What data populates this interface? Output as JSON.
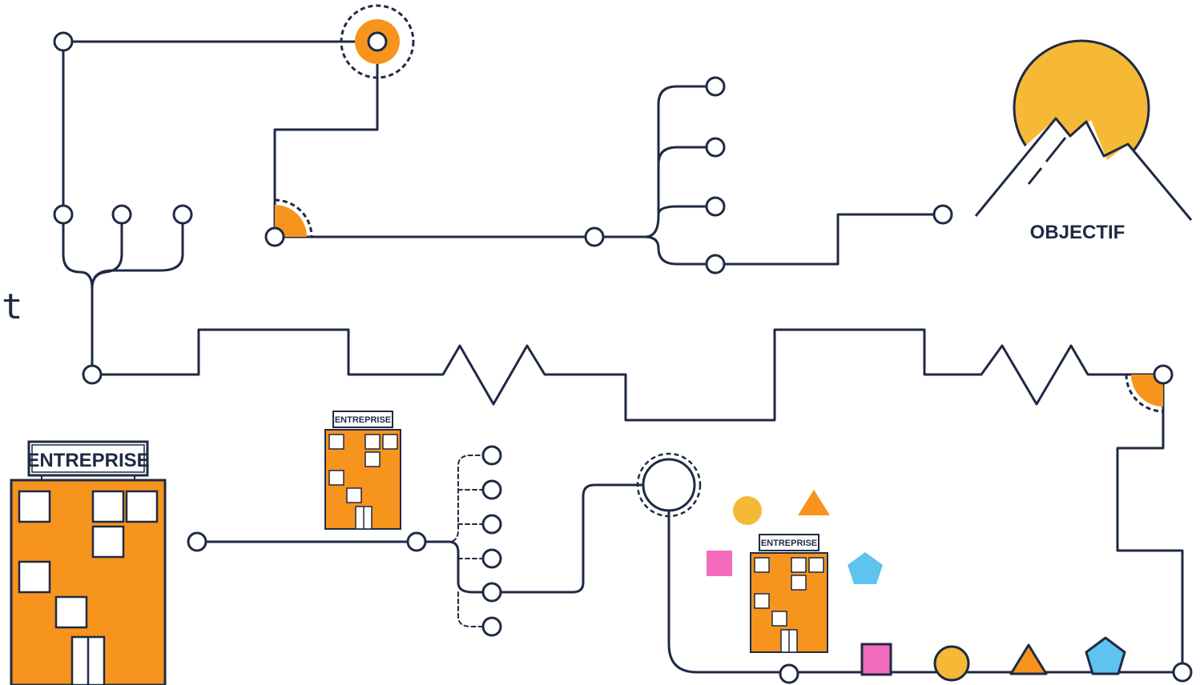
{
  "labels": {
    "stray_char": "t",
    "objective": "OBJECTIF",
    "company_large": "ENTREPRISE",
    "company_medium": "ENTREPRISE",
    "company_small": "ENTREPRISE"
  },
  "colors": {
    "line": "#1f2a44",
    "orange": "#f7941d",
    "sun": "#f6b935",
    "pink": "#f26bbd",
    "blue": "#5ec4ef",
    "white": "#ffffff"
  }
}
